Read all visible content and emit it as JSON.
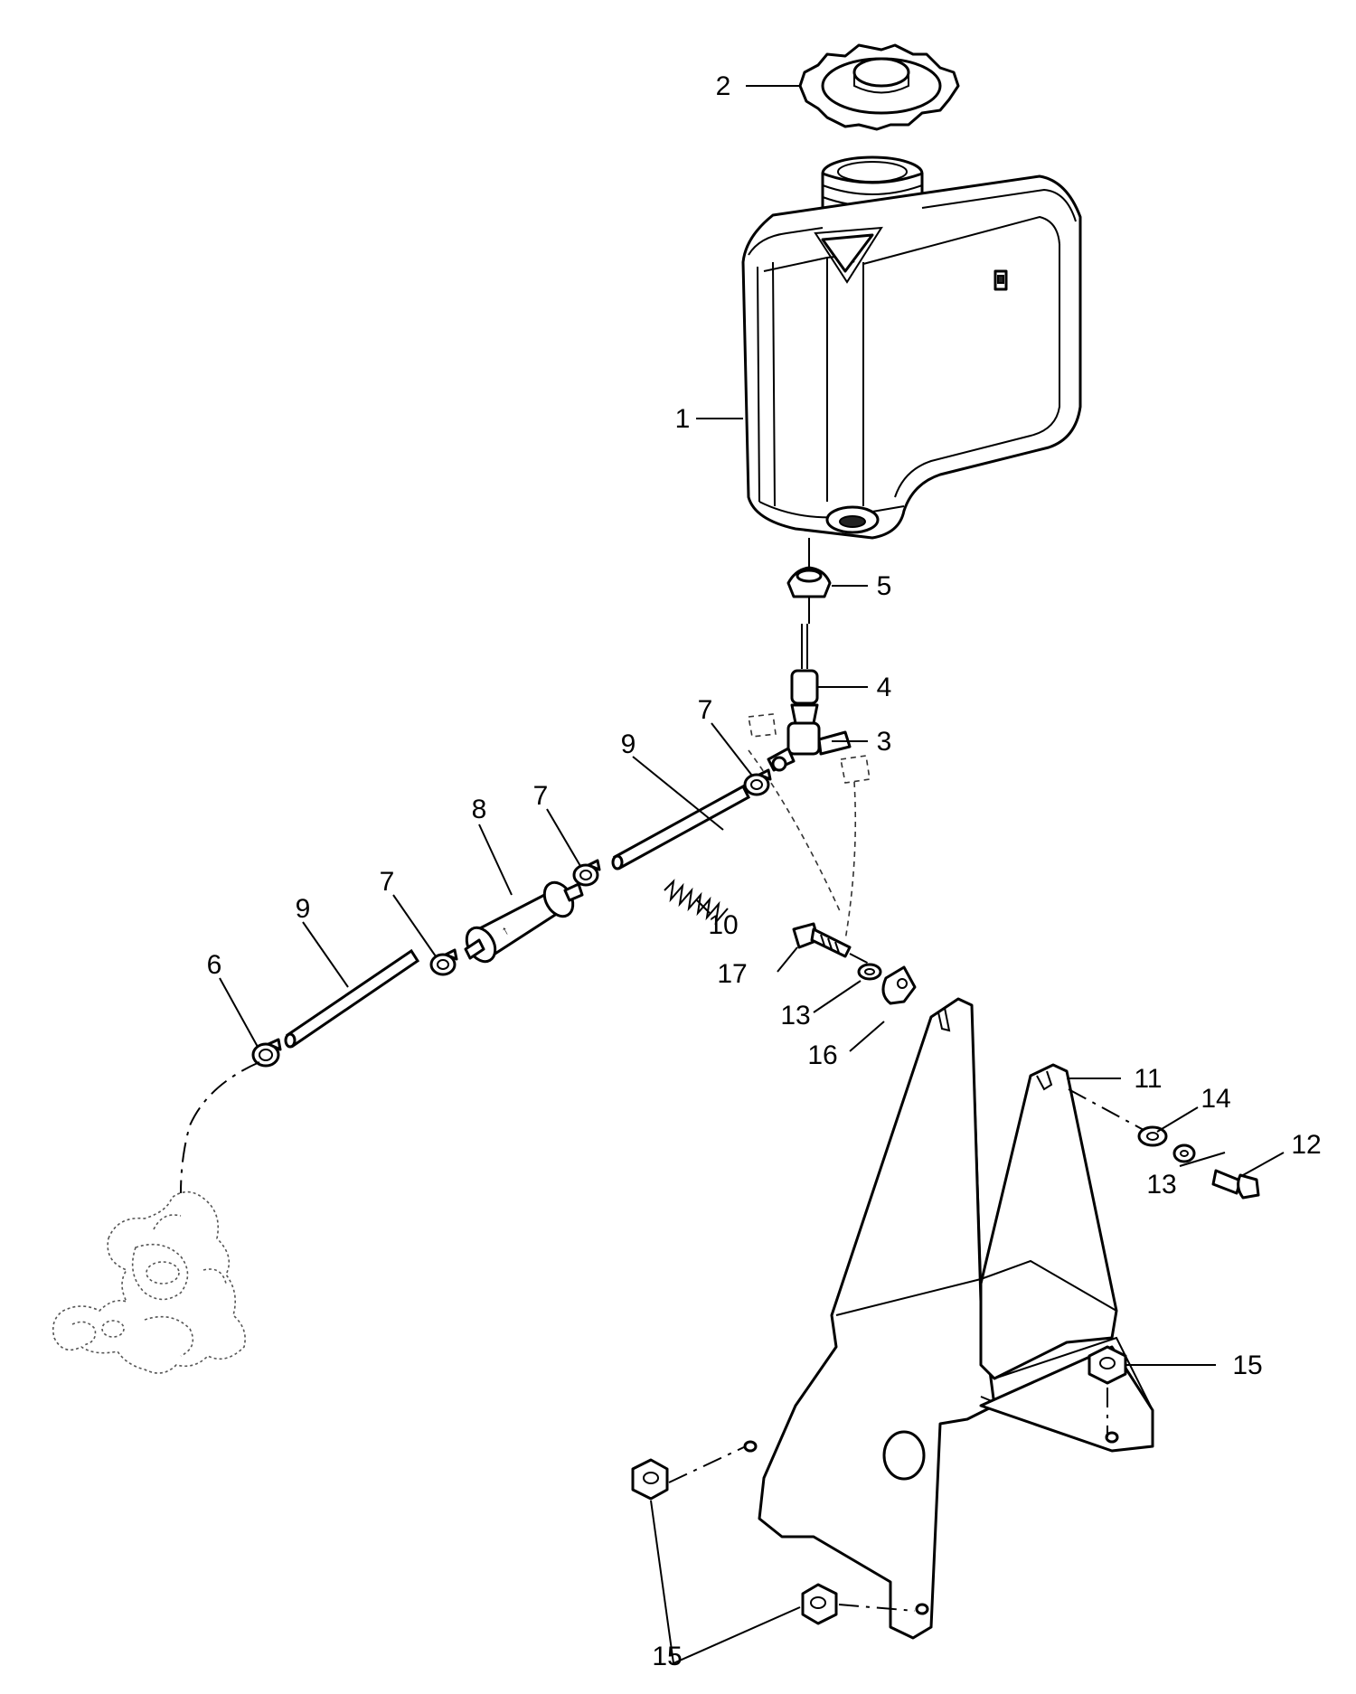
{
  "callouts": {
    "c1": "1",
    "c2": "2",
    "c3": "3",
    "c4": "4",
    "c5": "5",
    "c6": "6",
    "c7a": "7",
    "c7b": "7",
    "c7c": "7",
    "c8": "8",
    "c9a": "9",
    "c9b": "9",
    "c10": "10",
    "c11": "11",
    "c12": "12",
    "c13a": "13",
    "c13b": "13",
    "c14": "14",
    "c15a": "15",
    "c15b": "15",
    "c16": "16",
    "c17": "17"
  },
  "colors": {
    "line": "#000000",
    "background": "#ffffff",
    "phantom": "#555555"
  }
}
